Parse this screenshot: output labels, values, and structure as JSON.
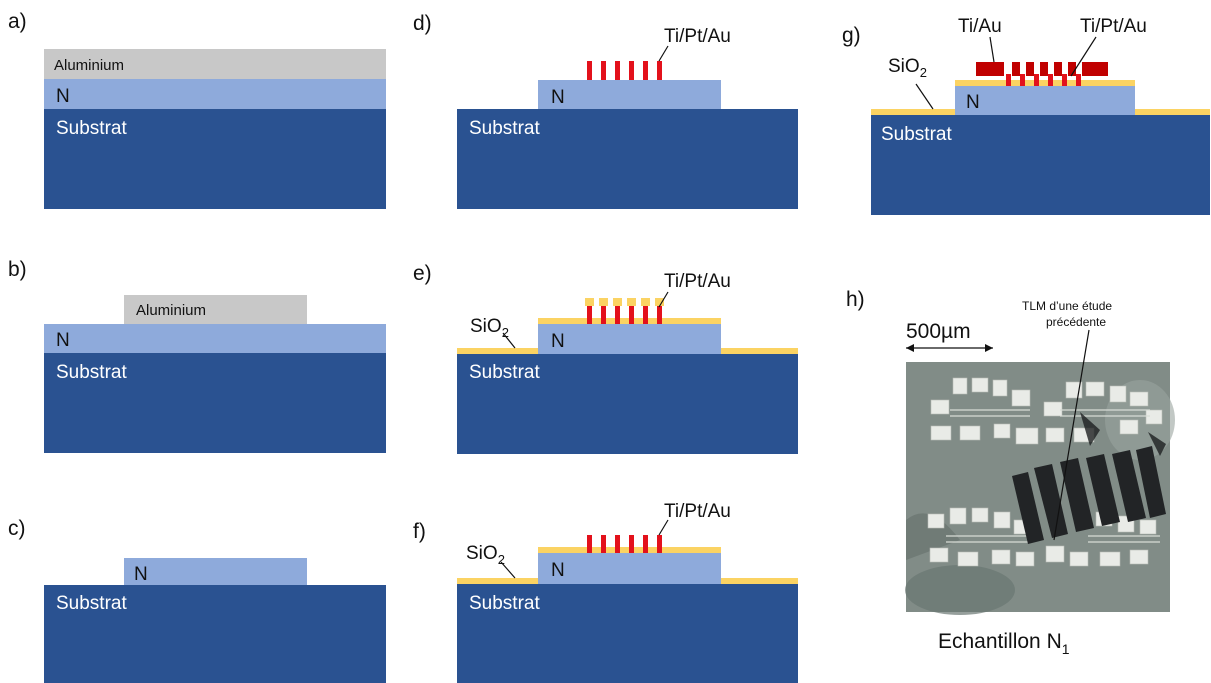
{
  "colors": {
    "substrate": "#2a5291",
    "n_layer": "#8eaadb",
    "aluminium": "#c8c8c8",
    "sio2": "#fbd363",
    "tiptau": "#e3111b",
    "tiau": "#c00000",
    "text_dark": "#111111",
    "text_light": "#ffffff"
  },
  "panels": {
    "a": {
      "letter": "a)",
      "substrate": "Substrat",
      "n": "N",
      "aluminium": "Aluminium"
    },
    "b": {
      "letter": "b)",
      "substrate": "Substrat",
      "n": "N",
      "aluminium": "Aluminium"
    },
    "c": {
      "letter": "c)",
      "substrate": "Substrat",
      "n": "N"
    },
    "d": {
      "letter": "d)",
      "substrate": "Substrat",
      "n": "N",
      "metal": "Ti/Pt/Au"
    },
    "e": {
      "letter": "e)",
      "substrate": "Substrat",
      "n": "N",
      "metal": "Ti/Pt/Au",
      "oxide_main": "SiO",
      "oxide_sub": "2"
    },
    "f": {
      "letter": "f)",
      "substrate": "Substrat",
      "n": "N",
      "metal": "Ti/Pt/Au",
      "oxide_main": "SiO",
      "oxide_sub": "2"
    },
    "g": {
      "letter": "g)",
      "substrate": "Substrat",
      "n": "N",
      "metal": "Ti/Pt/Au",
      "metal2": "Ti/Au",
      "oxide_main": "SiO",
      "oxide_sub": "2"
    },
    "h": {
      "letter": "h)",
      "scale_bar": "500µm",
      "annotation_line1": "TLM d’une étude",
      "annotation_line2": "précédente",
      "caption_main": "Echantillon N",
      "caption_sub": "1"
    }
  }
}
